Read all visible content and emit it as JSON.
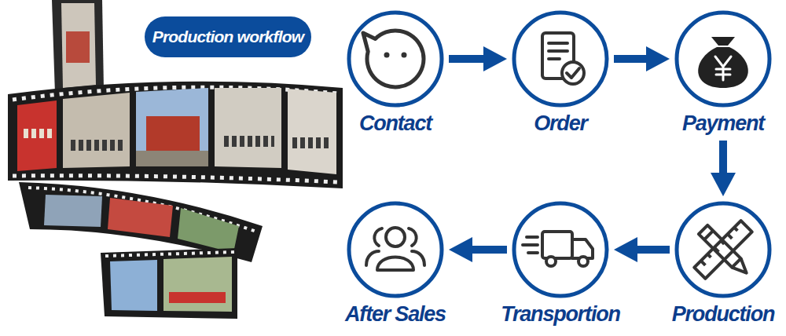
{
  "diagram": {
    "title": "Production workflow",
    "nodes": [
      {
        "text": [
          "Contact"
        ]
      },
      {
        "text": [
          "Order"
        ]
      },
      {
        "text": [
          "Payment"
        ]
      },
      {
        "text": [
          "Production"
        ]
      },
      {
        "text": [
          "Transportion"
        ]
      },
      {
        "text": [
          "After Sales"
        ]
      }
    ],
    "edges": [
      {
        "from": 0,
        "to": 1,
        "arrow": "to"
      },
      {
        "from": 1,
        "to": 2,
        "arrow": "to"
      },
      {
        "from": 2,
        "to": 3,
        "arrow": "to"
      },
      {
        "from": 3,
        "to": 4,
        "arrow": "to"
      },
      {
        "from": 4,
        "to": 5,
        "arrow": "to"
      }
    ]
  }
}
